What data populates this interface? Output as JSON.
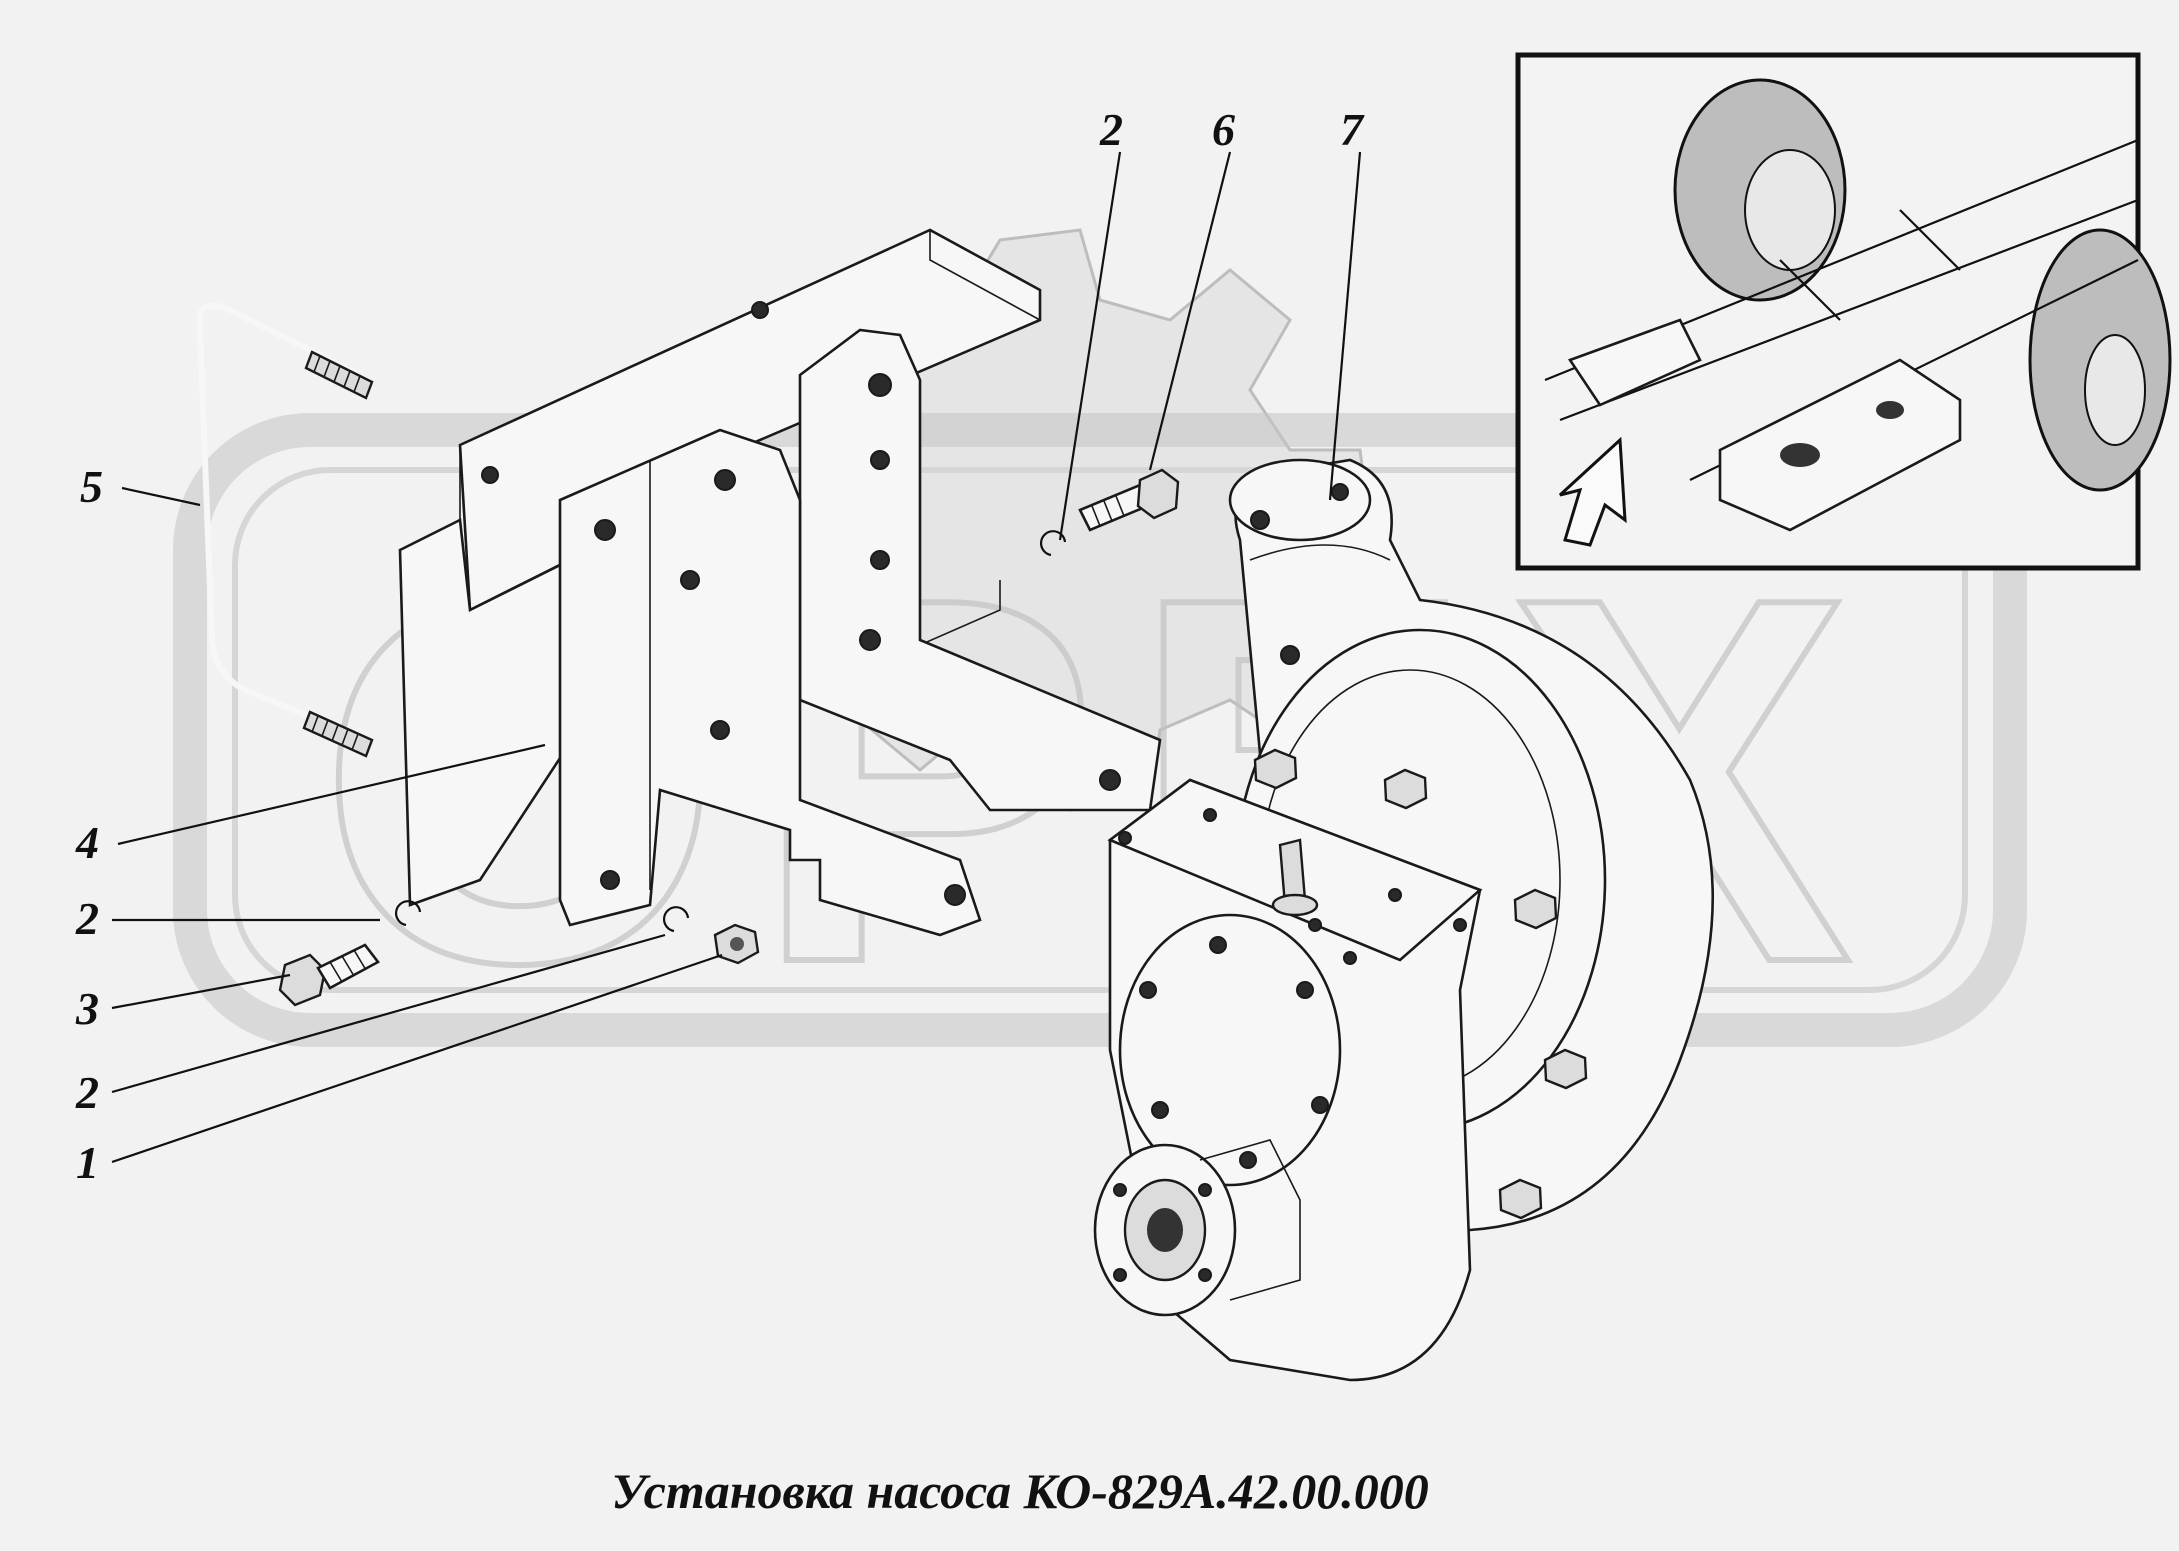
{
  "caption": "Установка насоса КО-829А.42.00.000",
  "callouts": [
    {
      "id": "c5",
      "text": "5"
    },
    {
      "id": "c4",
      "text": "4"
    },
    {
      "id": "c2a",
      "text": "2"
    },
    {
      "id": "c3",
      "text": "3"
    },
    {
      "id": "c2b",
      "text": "2"
    },
    {
      "id": "c1",
      "text": "1"
    },
    {
      "id": "c2top",
      "text": "2"
    },
    {
      "id": "c6",
      "text": "6"
    },
    {
      "id": "c7",
      "text": "7"
    }
  ],
  "watermark_text": "ОРЕХ",
  "colors": {
    "background": "#f2f2f2",
    "line": "#111111",
    "watermark": "#c8c8c8"
  }
}
